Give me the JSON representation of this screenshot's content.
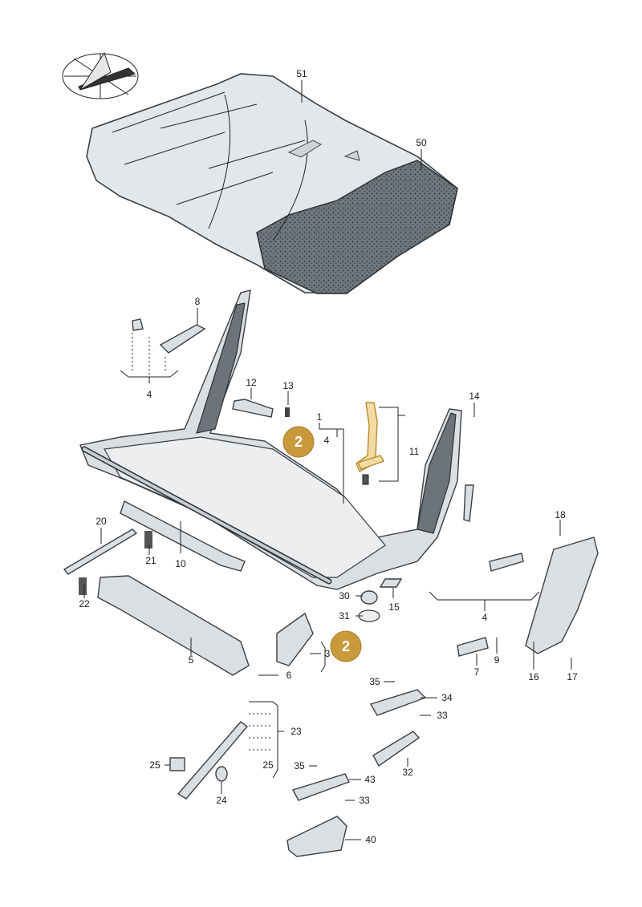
{
  "callouts": {
    "c51": "51",
    "c50": "50",
    "c8": "8",
    "c4a": "4",
    "c12": "12",
    "c13": "13",
    "c1": "1",
    "c4b": "4",
    "c14": "14",
    "c11": "11",
    "c20": "20",
    "c21": "21",
    "c10": "10",
    "c22": "22",
    "c30": "30",
    "c31": "31",
    "c15": "15",
    "c18": "18",
    "c4c": "4",
    "c3": "3",
    "c5": "5",
    "c6": "6",
    "c7": "7",
    "c9": "9",
    "c16": "16",
    "c17": "17",
    "c35a": "35",
    "c34": "34",
    "c33a": "33",
    "c23": "23",
    "c32": "32",
    "c25a": "25",
    "c25b": "25",
    "c35b": "35",
    "c43": "43",
    "c24": "24",
    "c33b": "33",
    "c40": "40"
  },
  "badges": {
    "b1": "2",
    "b2": "2"
  },
  "colors": {
    "badge": "#c99a3b",
    "highlight": "#f3dca3"
  }
}
